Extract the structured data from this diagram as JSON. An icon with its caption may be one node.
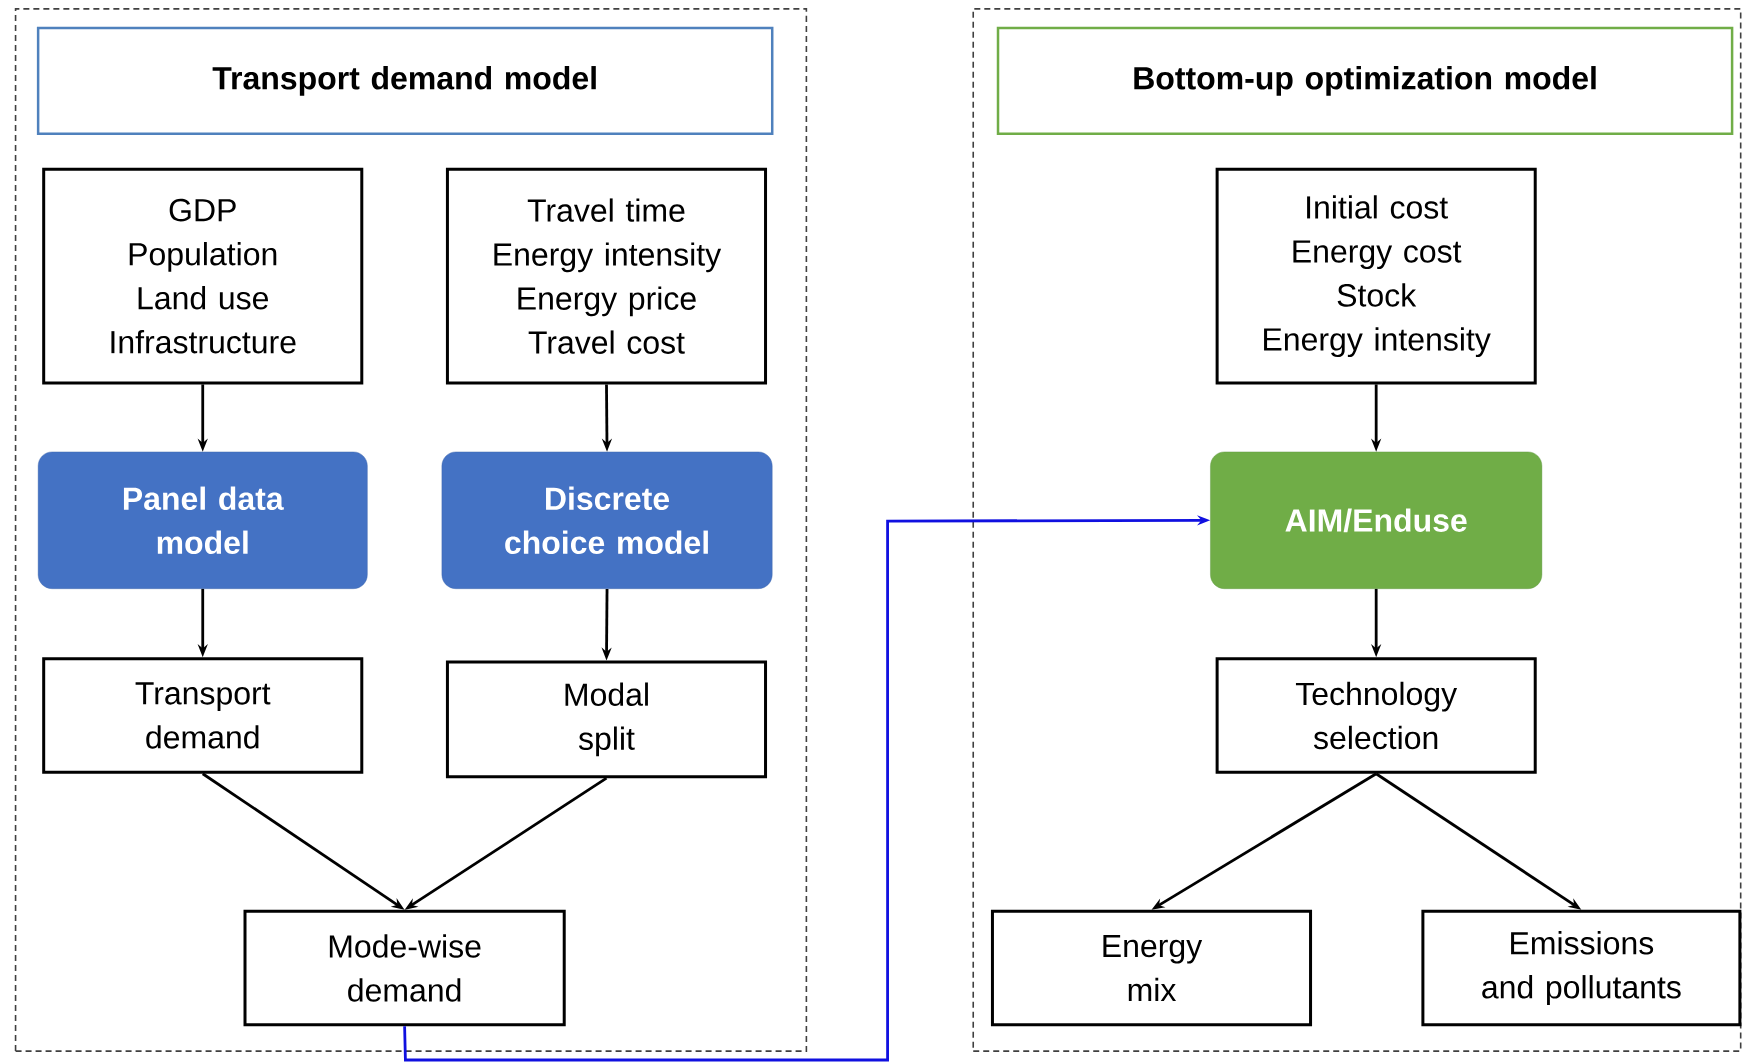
{
  "diagram": {
    "nodes": [
      {
        "text": [],
        "shape": "box"
      },
      {
        "text": [
          "Transport demand model"
        ],
        "in": 0
      },
      {
        "text": [
          "GDP",
          "Population",
          "Land use",
          "Infrastructure"
        ],
        "in": 0
      },
      {
        "text": [
          "Travel time",
          "Energy intensity",
          "Energy price",
          "Travel cost"
        ],
        "in": 0
      },
      {
        "text": [
          "Panel data model"
        ],
        "in": 0
      },
      {
        "text": [
          "Discrete choice model"
        ],
        "in": 0
      },
      {
        "text": [
          "Transport demand"
        ],
        "in": 0
      },
      {
        "text": [
          "Modal split"
        ],
        "in": 0
      },
      {
        "text": [
          "Mode-wise demand"
        ],
        "in": 0
      },
      {
        "text": [],
        "shape": "box"
      },
      {
        "text": [
          "Bottom-up optimization model"
        ],
        "in": 9
      },
      {
        "text": [
          "Initial cost",
          "Energy cost",
          "Stock",
          "Energy intensity"
        ],
        "in": 9
      },
      {
        "text": [
          "AIM/Enduse"
        ],
        "in": 9
      },
      {
        "text": [
          "Technology selection"
        ],
        "in": 9
      },
      {
        "text": [
          "Energy mix"
        ],
        "in": 9
      },
      {
        "text": [
          "Emissions and pollutants"
        ],
        "in": 9
      }
    ],
    "edges": [
      {
        "from": 2,
        "to": 4,
        "arrow": "to"
      },
      {
        "from": 3,
        "to": 5,
        "arrow": "to"
      },
      {
        "from": 4,
        "to": 6,
        "arrow": "to"
      },
      {
        "from": 5,
        "to": 7,
        "arrow": "to"
      },
      {
        "from": 6,
        "to": 8,
        "arrow": "to"
      },
      {
        "from": 7,
        "to": 8,
        "arrow": "to"
      },
      {
        "from": 8,
        "to": 12,
        "arrow": "to",
        "color": "#1010e0"
      },
      {
        "from": 11,
        "to": 12,
        "arrow": "to"
      },
      {
        "from": 12,
        "to": 13,
        "arrow": "to"
      },
      {
        "from": 13,
        "to": 14,
        "arrow": "to"
      },
      {
        "from": 13,
        "to": 15,
        "arrow": "to"
      }
    ]
  }
}
